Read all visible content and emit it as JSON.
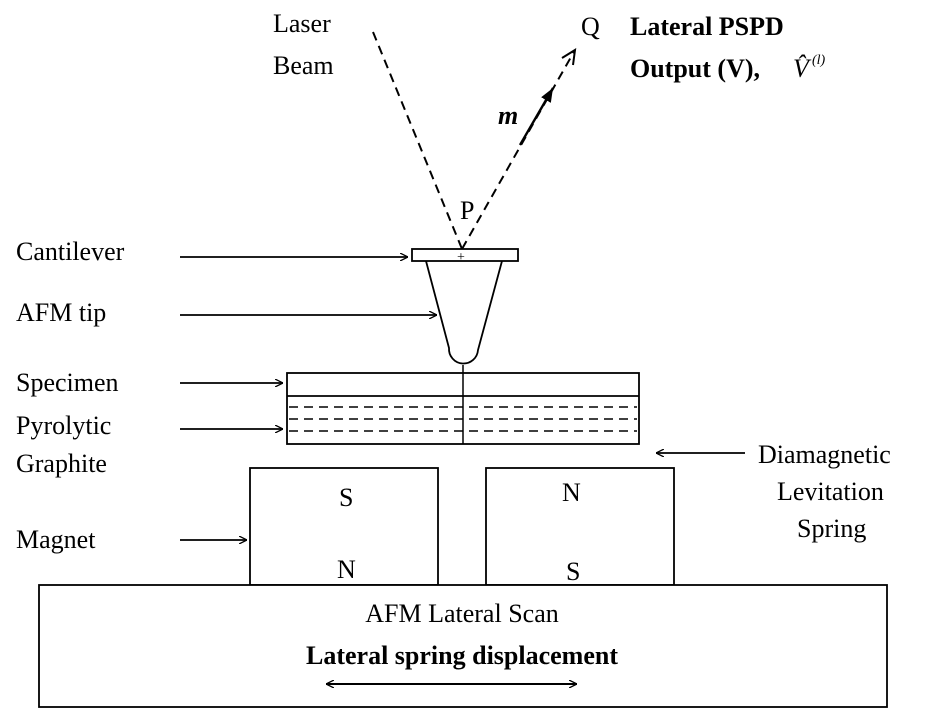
{
  "labels": {
    "laser_line1": "Laser",
    "laser_line2": "Beam",
    "point_q": "Q",
    "point_p": "P",
    "vector_m": "m",
    "pspd_line1": "Lateral PSPD",
    "pspd_line2": "Output (V),",
    "pspd_symbol": "V̂",
    "pspd_superscript": "(l)",
    "cantilever": "Cantilever",
    "afm_tip": "AFM tip",
    "specimen": "Specimen",
    "graphite_line1": "Pyrolytic",
    "graphite_line2": "Graphite",
    "magnet": "Magnet",
    "levitation_line1": "Diamagnetic",
    "levitation_line2": "Levitation",
    "levitation_line3": "Spring",
    "left_magnet_top": "S",
    "left_magnet_bottom": "N",
    "right_magnet_top": "N",
    "right_magnet_bottom": "S",
    "scan_title": "AFM Lateral Scan",
    "scan_subtitle": "Lateral spring displacement"
  },
  "colors": {
    "stroke": "#000000",
    "background": "#ffffff"
  }
}
